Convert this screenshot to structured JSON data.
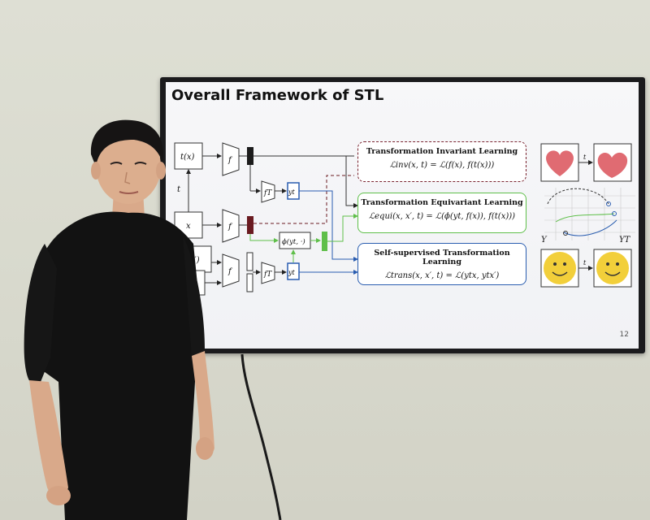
{
  "slide": {
    "title": "Overall Framework of STL",
    "page_number": "12",
    "boxes": {
      "invariant": {
        "title": "Transformation Invariant Learning",
        "formula": "ℒinv(x, t) = ℒ(f(x), f(t(x)))"
      },
      "equivariant": {
        "title": "Transformation Equivariant Learning",
        "formula": "ℒequi(x, x′, t) = ℒ(ϕ(yt, f(x)), f(t(x)))"
      },
      "self_supervised": {
        "title": "Self-supervised Transformation Learning",
        "formula": "ℒtrans(x, x′, t) = ℒ(ytx, ytx′)"
      }
    },
    "diagram_labels": {
      "tx": "t(x)",
      "x": "x",
      "t": "t",
      "f": "f",
      "fT": "fT",
      "yt": "yt",
      "phi": "ϕ(yt, ·)",
      "xprime": "(x′)",
      "Y": "Y",
      "YT": "YT",
      "t_right": "t"
    }
  },
  "colors": {
    "invariant_border": "#7a2430",
    "equivariant_border": "#5fbf4a",
    "self_supervised_border": "#2a5db0",
    "heart": "#e06b72",
    "smiley": "#f2cf3a",
    "shirt": "#111111"
  }
}
